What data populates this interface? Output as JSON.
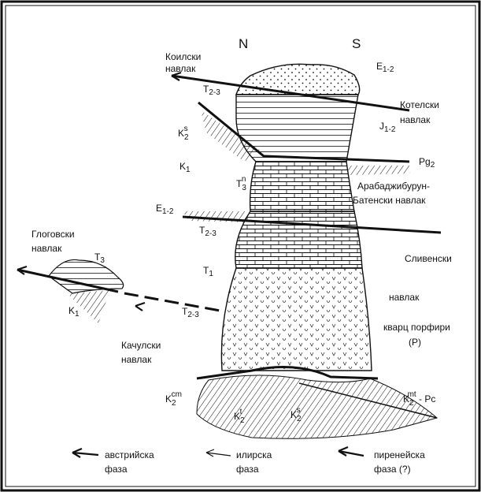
{
  "header": {
    "north": "N",
    "south": "S"
  },
  "labels": {
    "koilski_1": "Коилски",
    "koilski_2": "навлак",
    "kotelski_1": "Котелски",
    "kotelski_2": "навлак",
    "arabadzhi_1": "Арабаджибурун-",
    "arabadzhi_2": "Батенски навлак",
    "glogovski_1": "Глоговски",
    "glogovski_2": "навлак",
    "slivenski_1": "Сливенски",
    "slivenski_2": "навлак",
    "kvarc_1": "кварц порфири",
    "kvarc_2": "(P)",
    "kachulski_1": "Качулски",
    "kachulski_2": "навлак"
  },
  "strata": {
    "E12_top": {
      "base": "E",
      "sub": "1-2"
    },
    "T23_top": {
      "base": "T",
      "sub": "2-3"
    },
    "K2s_upper": {
      "base": "K",
      "sub": "2",
      "sup": "s"
    },
    "J12": {
      "base": "J",
      "sub": "1-2"
    },
    "K1_upper": {
      "base": "K",
      "sub": "1"
    },
    "T3n": {
      "base": "T",
      "sub": "3",
      "sup": "n"
    },
    "Pg2": {
      "base": "Pg",
      "sub": "2"
    },
    "E12_mid": {
      "base": "E",
      "sub": "1-2"
    },
    "T23_mid": {
      "base": "T",
      "sub": "2-3"
    },
    "T1": {
      "base": "T",
      "sub": "1"
    },
    "T3_left": {
      "base": "T",
      "sub": "3"
    },
    "K1_left": {
      "base": "K",
      "sub": "1"
    },
    "T23_low": {
      "base": "T",
      "sub": "2-3"
    },
    "K2cm": {
      "base": "K",
      "sub": "2",
      "sup": "cm"
    },
    "K2t": {
      "base": "K",
      "sub": "2",
      "sup": "t"
    },
    "K2s_low": {
      "base": "K",
      "sub": "2",
      "sup": "s"
    },
    "K2mt": {
      "base": "K",
      "sub": "2",
      "sup": "mt",
      "tail": " - Pc"
    }
  },
  "legend": [
    {
      "line1": "австрийска",
      "line2": "фаза"
    },
    {
      "line1": "илирска",
      "line2": "фаза"
    },
    {
      "line1": "пиренейска",
      "line2": "фаза (?)"
    }
  ],
  "colors": {
    "ink": "#111111",
    "paper": "#ffffff"
  }
}
